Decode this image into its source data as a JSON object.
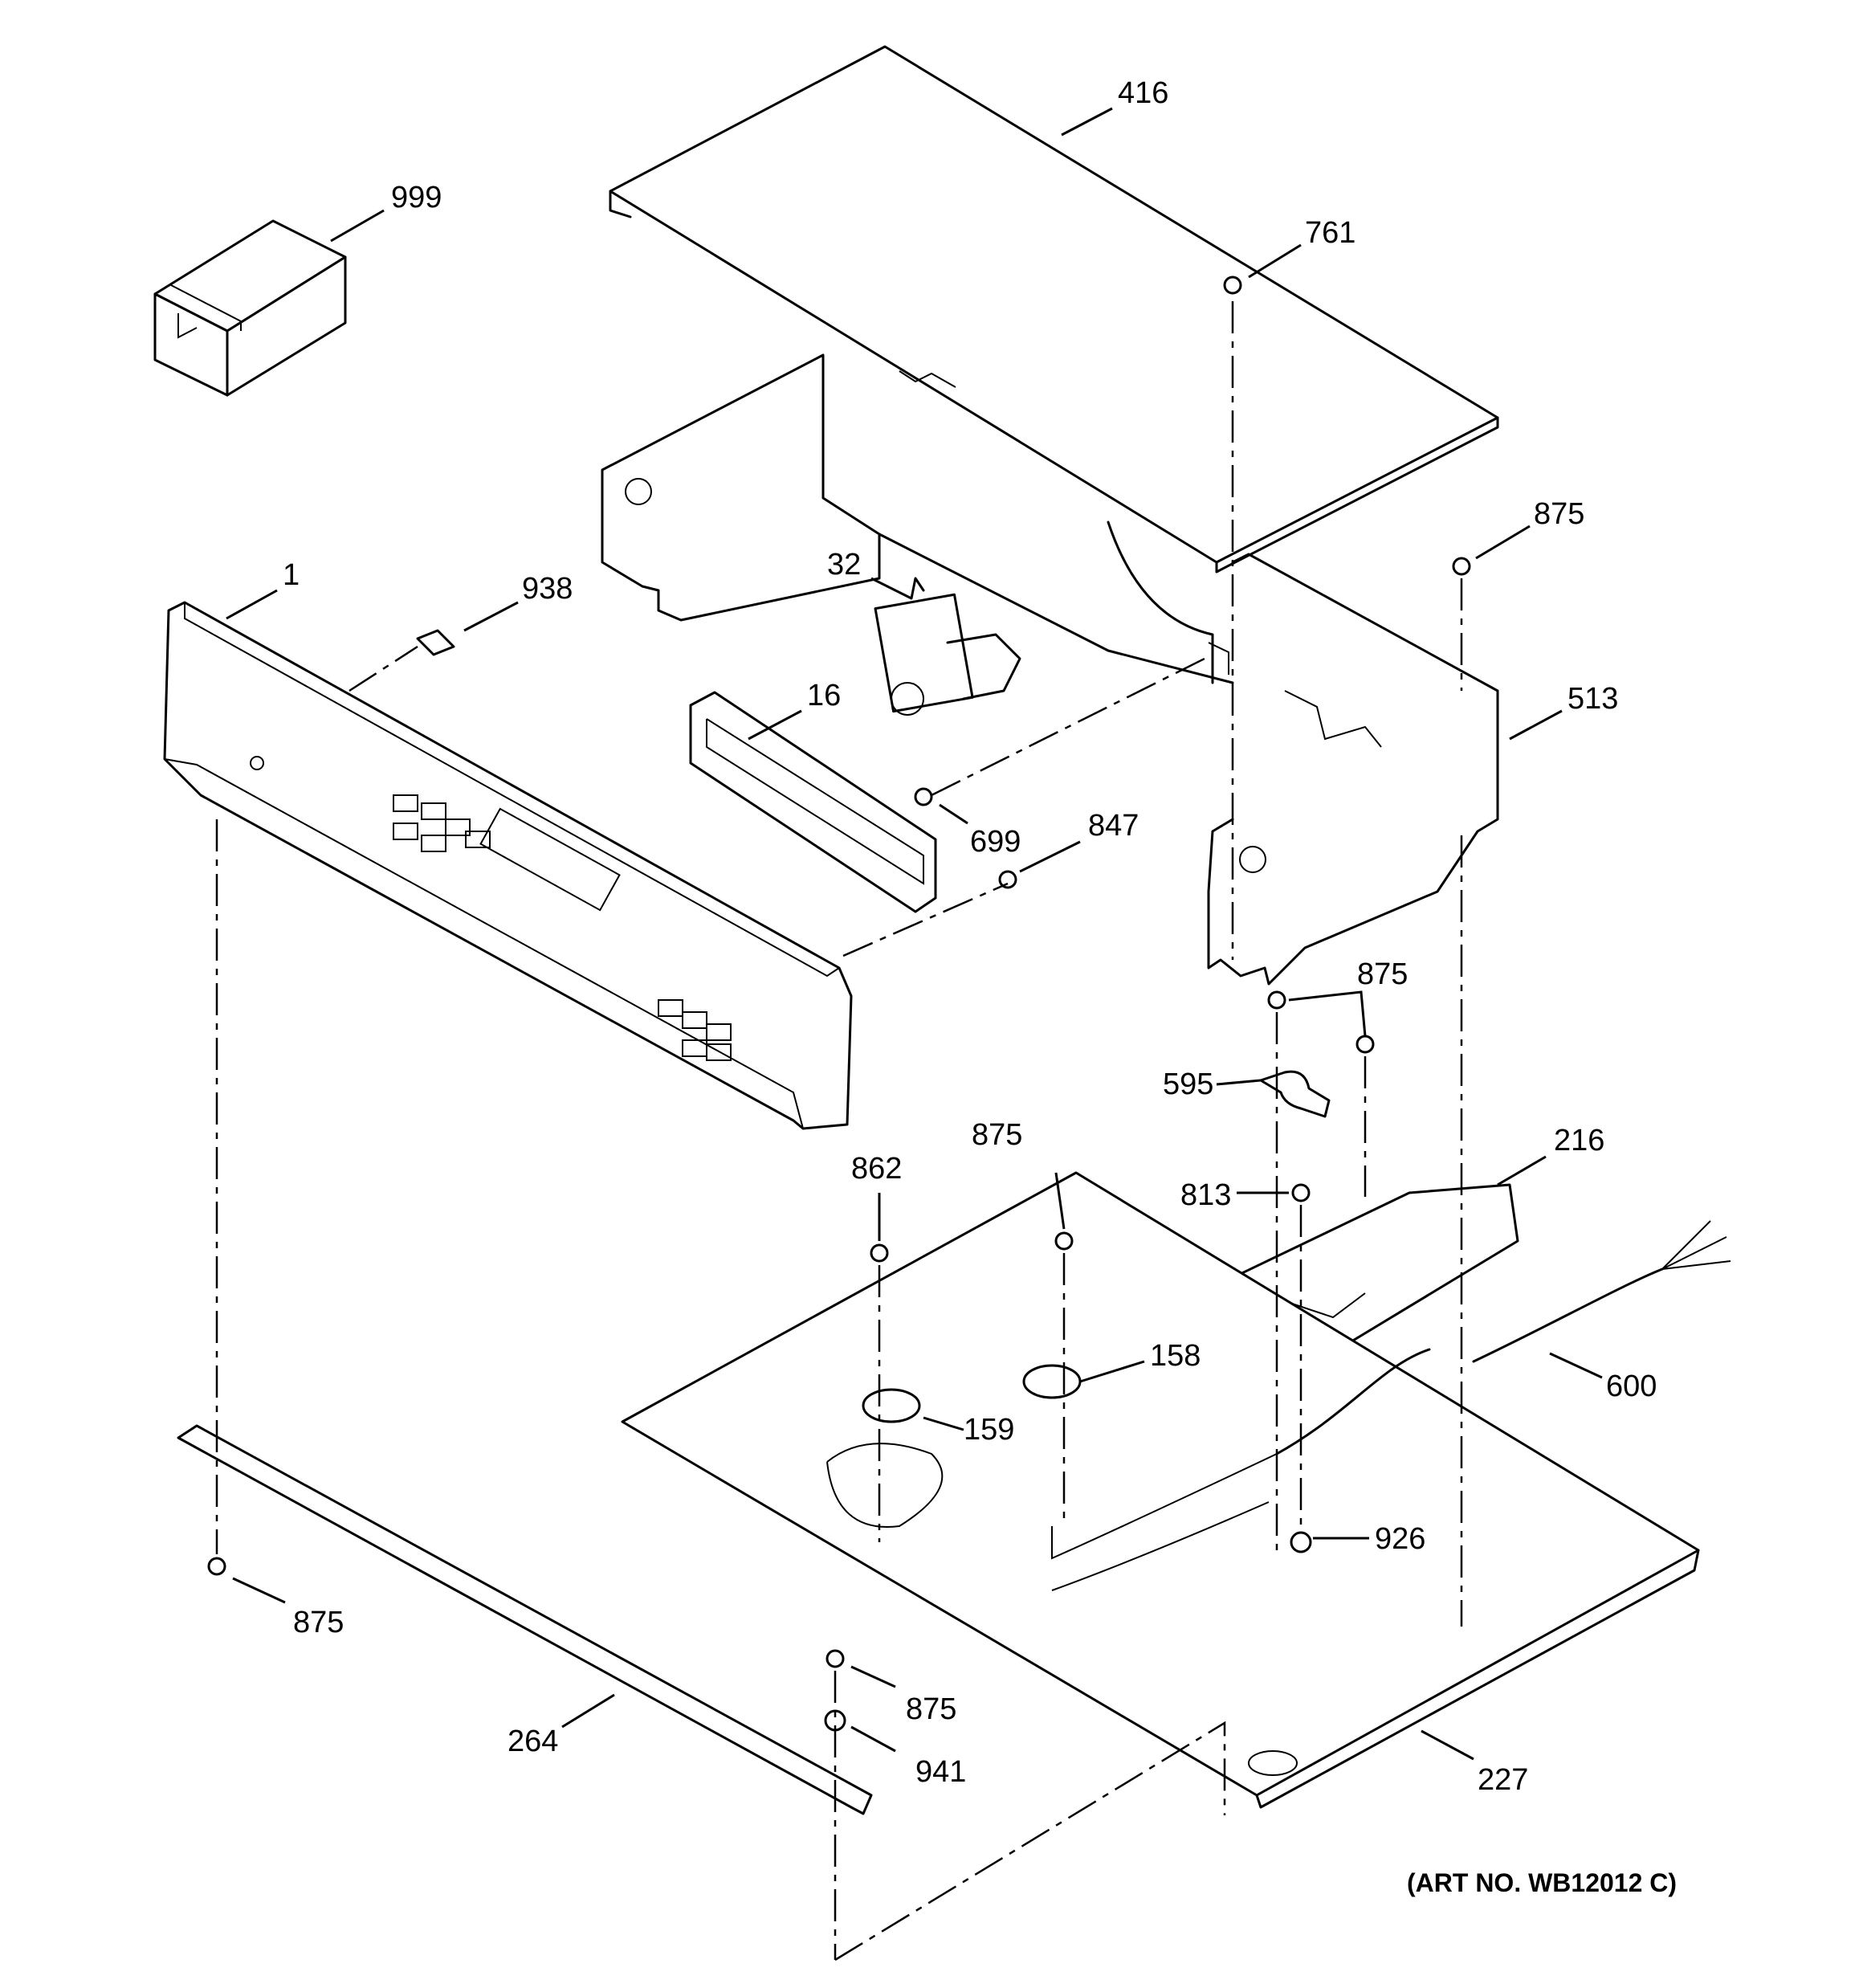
{
  "callouts": [
    {
      "id": "999",
      "label": "999"
    },
    {
      "id": "416",
      "label": "416"
    },
    {
      "id": "761",
      "label": "761"
    },
    {
      "id": "875_top_right",
      "label": "875"
    },
    {
      "id": "32",
      "label": "32"
    },
    {
      "id": "1",
      "label": "1"
    },
    {
      "id": "938",
      "label": "938"
    },
    {
      "id": "16",
      "label": "16"
    },
    {
      "id": "513",
      "label": "513"
    },
    {
      "id": "699",
      "label": "699"
    },
    {
      "id": "847",
      "label": "847"
    },
    {
      "id": "875_mid_right",
      "label": "875"
    },
    {
      "id": "595",
      "label": "595"
    },
    {
      "id": "875_center",
      "label": "875"
    },
    {
      "id": "862",
      "label": "862"
    },
    {
      "id": "216",
      "label": "216"
    },
    {
      "id": "813",
      "label": "813"
    },
    {
      "id": "158",
      "label": "158"
    },
    {
      "id": "600",
      "label": "600"
    },
    {
      "id": "159",
      "label": "159"
    },
    {
      "id": "926",
      "label": "926"
    },
    {
      "id": "875_bottom_left",
      "label": "875"
    },
    {
      "id": "875_bottom_center",
      "label": "875"
    },
    {
      "id": "264",
      "label": "264"
    },
    {
      "id": "941",
      "label": "941"
    },
    {
      "id": "227",
      "label": "227"
    }
  ],
  "art_number": "(ART NO. WB12012 C)"
}
